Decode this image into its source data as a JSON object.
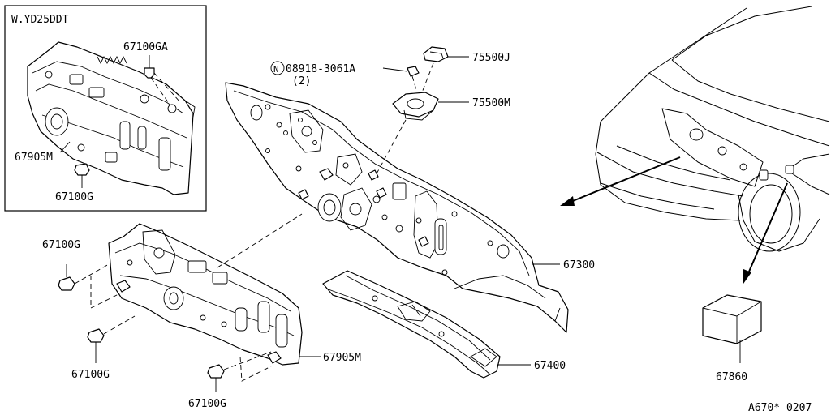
{
  "inset": {
    "title": "W.YD25DDT"
  },
  "labels": {
    "clip_67100GA": "67100GA",
    "insulator_inset": "67905M",
    "clip_inset": "67100G",
    "nut_part": "08918-3061A",
    "nut_marker": "N",
    "nut_qty": "(2)",
    "mount_upper": "75500J",
    "mount_lower": "75500M",
    "dash_panel": "67300",
    "clip_left_top": "67100G",
    "clip_left_mid": "67100G",
    "clip_bottom": "67100G",
    "insulator_main": "67905M",
    "cross_member": "67400",
    "sealant_block": "67860"
  },
  "footer": {
    "code": "A670* 0207"
  }
}
